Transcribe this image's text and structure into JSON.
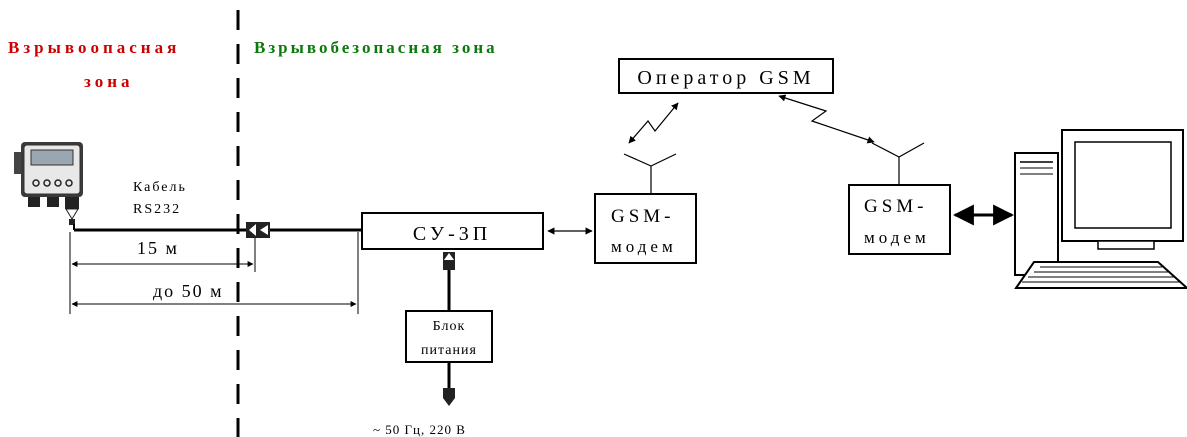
{
  "zones": {
    "hazardous_line1": "Взрывоопасная",
    "hazardous_line2": "зона",
    "safe": "Взрывобезопасная зона",
    "hazardous_color": "#cc0000",
    "safe_color": "#0a7a0a"
  },
  "cable": {
    "label_line1": "Кабель",
    "label_line2": "RS232",
    "length_short": "15 м",
    "length_long": "до 50 м"
  },
  "blocks": {
    "controller": "СУ-3П",
    "power_line1": "Блок",
    "power_line2": "питания",
    "mains": "~ 50 Гц, 220 В",
    "modem_left_line1": "GSM-",
    "modem_left_line2": "модем",
    "modem_right_line1": "GSM-",
    "modem_right_line2": "модем",
    "operator": "Оператор GSM"
  },
  "icons": {
    "sensor": "sensor-device-icon",
    "computer": "desktop-computer-icon",
    "antenna": "antenna-icon",
    "radio_link": "lightning-link-icon"
  }
}
